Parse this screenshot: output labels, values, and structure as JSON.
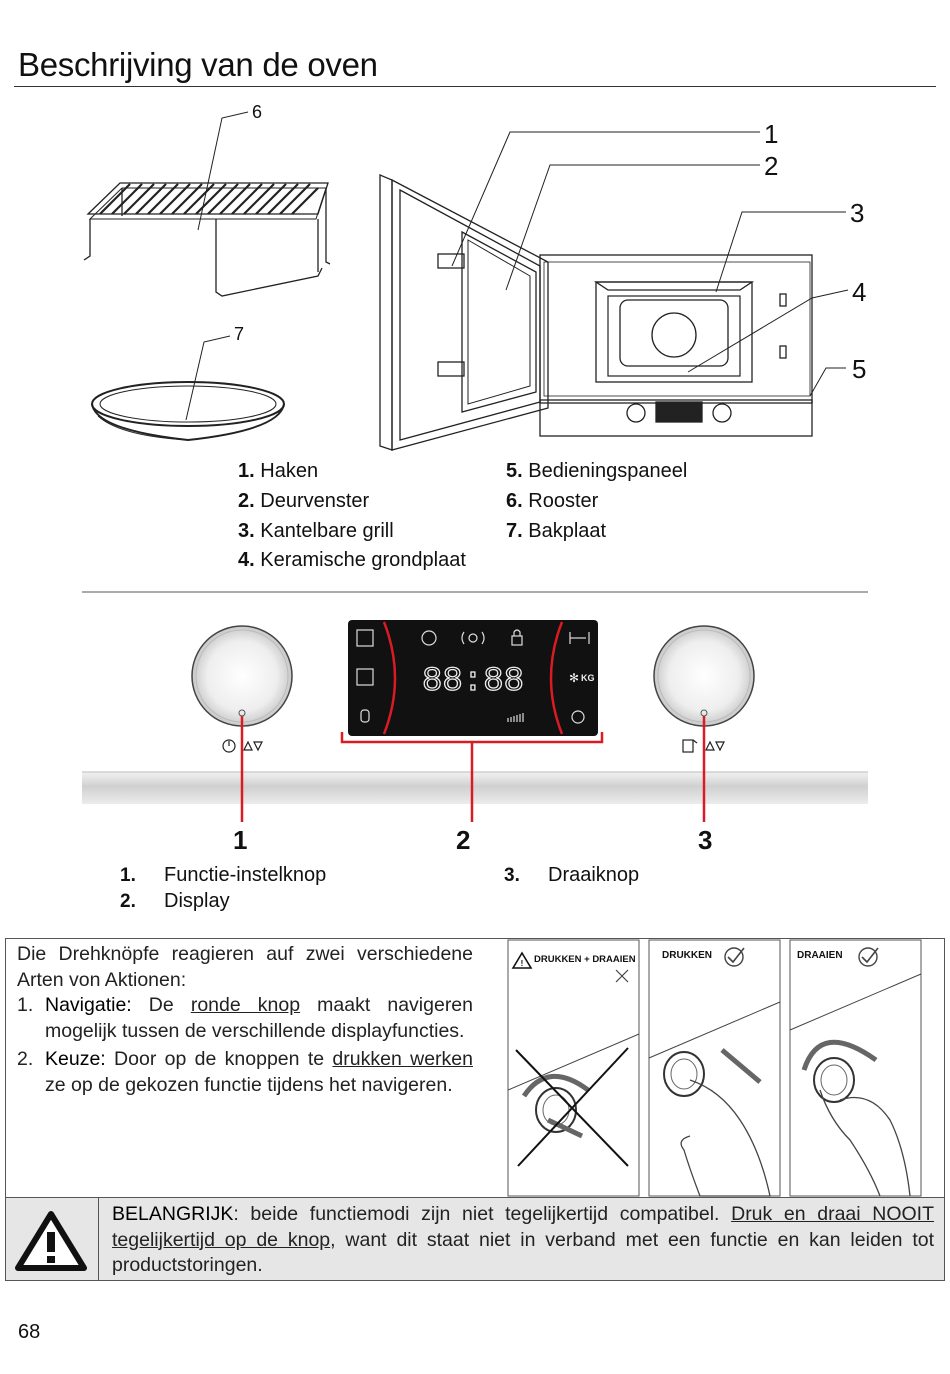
{
  "title": "Beschrijving van de oven",
  "oven_callouts": [
    "1",
    "2",
    "3",
    "4",
    "5",
    "6",
    "7"
  ],
  "oven_legend": [
    {
      "num": "1.",
      "label": "Haken"
    },
    {
      "num": "2.",
      "label": "Deurvenster"
    },
    {
      "num": "3.",
      "label": "Kantelbare grill"
    },
    {
      "num": "4.",
      "label": "Keramische grondplaat"
    },
    {
      "num": "5.",
      "label": "Bedieningspaneel"
    },
    {
      "num": "6.",
      "label": "Rooster"
    },
    {
      "num": "7.",
      "label": "Bakplaat"
    }
  ],
  "control_panel": {
    "display_time": "88:88",
    "kg_label": "KG",
    "callouts": [
      "1",
      "2",
      "3"
    ],
    "legend": [
      {
        "num": "1.",
        "label": "Functie-instelknop"
      },
      {
        "num": "2.",
        "label": "Display"
      },
      {
        "num": "3.",
        "label": "Draaiknop"
      }
    ]
  },
  "info_box": {
    "intro": "Die Drehknöpfe reagieren auf zwei verschiedene Arten von Aktionen:",
    "item1_num": "1.",
    "item1_term": "Navigatie:",
    "item1_pre": " De ",
    "item1_link": "ronde knop",
    "item1_post": " maakt navigeren mogelijk tussen de verschillende displayfuncties.",
    "item2_num": "2.",
    "item2_term": "Keuze:",
    "item2_pre": " Door op de knoppen te ",
    "item2_link": "drukken werken",
    "item2_post": " ze op de gekozen functie tijdens het navigeren.",
    "panels": [
      "DRUKKEN + DRAAIEN",
      "DRUKKEN",
      "DRAAIEN"
    ]
  },
  "warning": {
    "lead": "BELANGRIJK",
    "text1": ": beide functiemodi zijn niet tegelijkertijd compatibel. ",
    "link": "Druk en draai NOOIT tegelijkertijd op de knop",
    "text2": ", want dit staat niet in verband met een functie en kan leiden tot productstoringen."
  },
  "page_number": "68",
  "colors": {
    "accent_red": "#d91c24",
    "text": "#111111",
    "warning_bg": "#e6e6e6"
  }
}
